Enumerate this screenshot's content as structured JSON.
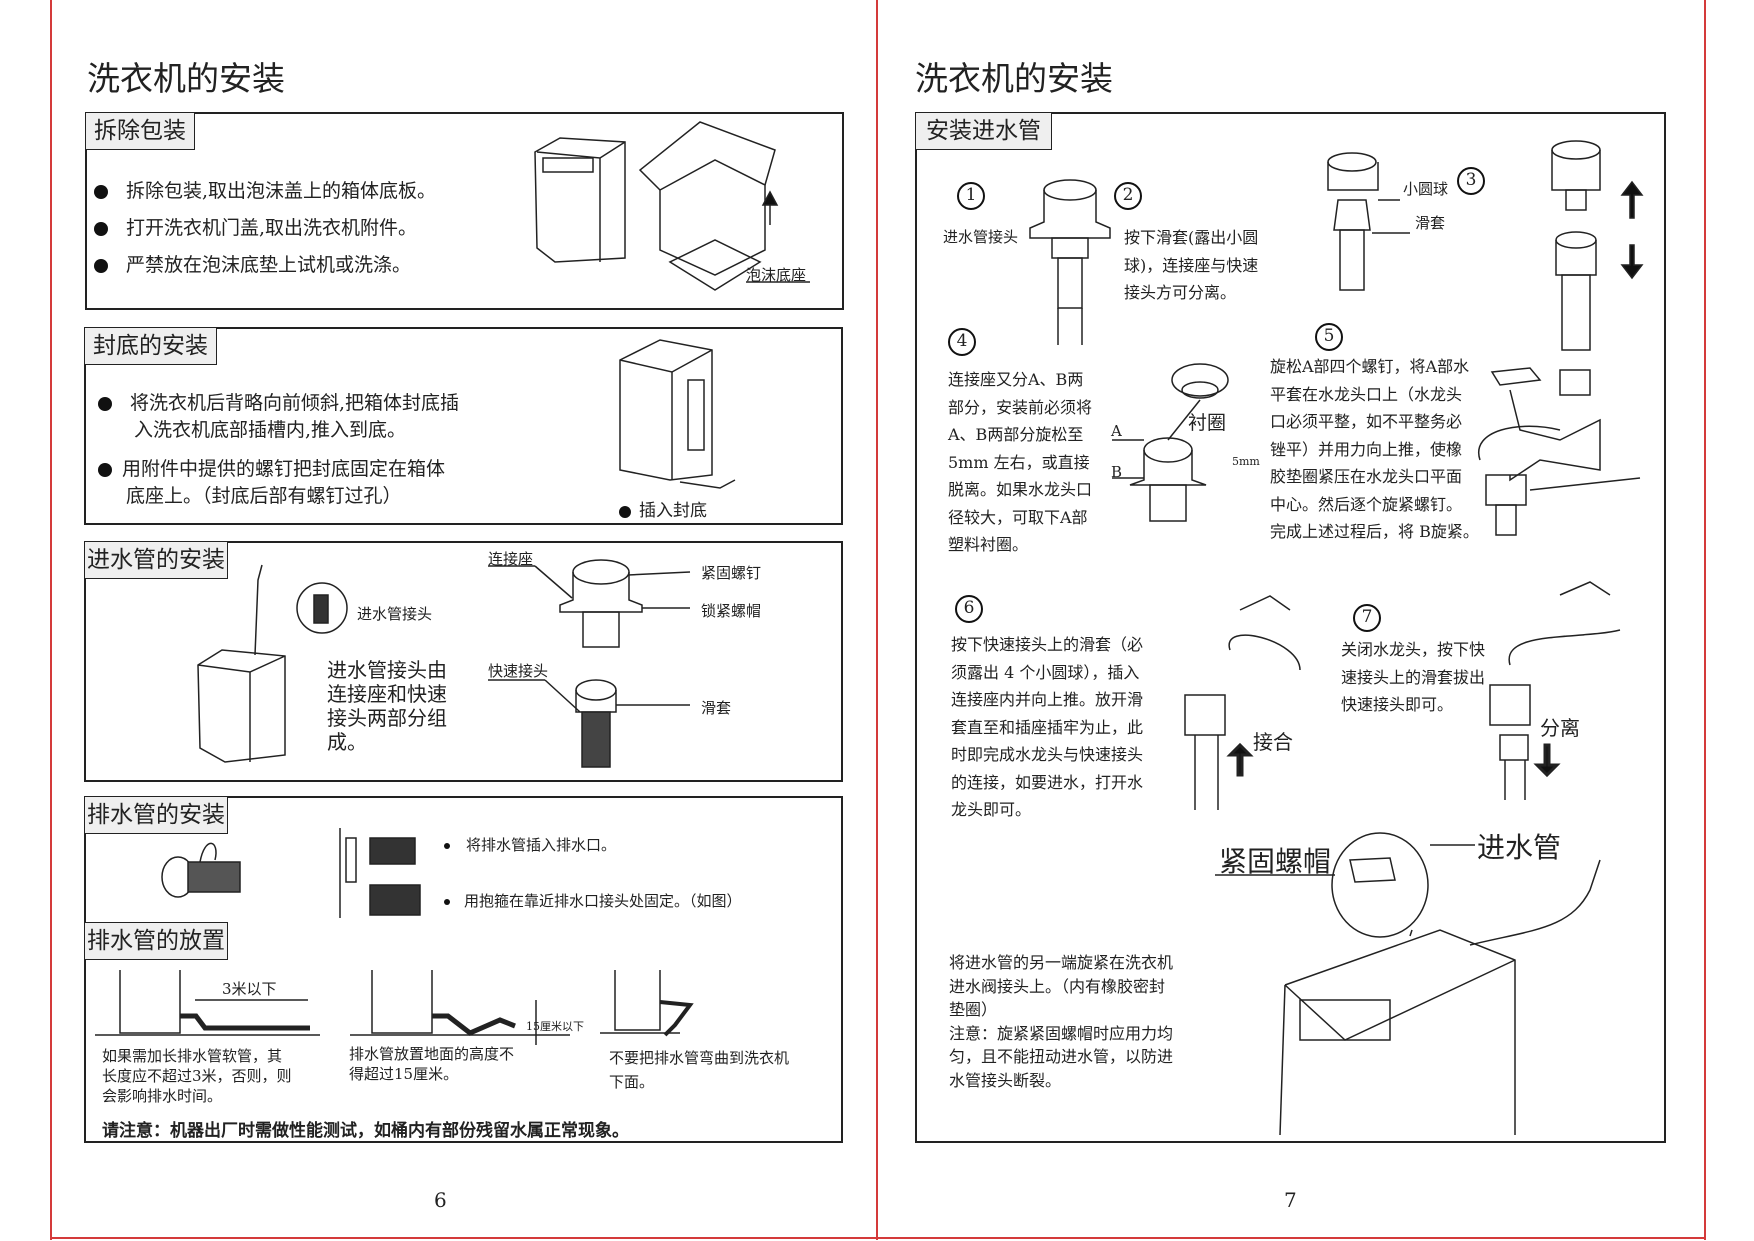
{
  "left": {
    "title": "洗衣机的安装",
    "page_number": "6",
    "unpack": {
      "heading": "拆除包装",
      "bullets": [
        "拆除包装,取出泡沫盖上的箱体底板。",
        "打开洗衣机门盖,取出洗衣机附件。",
        "严禁放在泡沫底垫上试机或洗涤。"
      ],
      "foam_label": "泡沫底座"
    },
    "base": {
      "heading": "封底的安装",
      "bullet1": [
        "将洗衣机后背略向前倾斜,把箱体封底插",
        "入洗衣机底部插槽内,推入到底。"
      ],
      "bullet2": [
        "用附件中提供的螺钉把封底固定在箱体",
        "底座上。（封底后部有螺钉过孔）"
      ],
      "caption": "插入封底"
    },
    "inlet": {
      "heading": "进水管的安装",
      "joint_label": "进水管接头",
      "desc": [
        "进水管接头由",
        "连接座和快速",
        "接头两部分组",
        "成。"
      ],
      "connector": "连接座",
      "screw": "紧固螺钉",
      "locknut": "锁紧螺帽",
      "quick": "快速接头",
      "sleeve": "滑套"
    },
    "drain": {
      "heading": "排水管的安装",
      "bullets": [
        "将排水管插入排水口。",
        "用抱箍在靠近排水口接头处固定。（如图）"
      ]
    },
    "placement": {
      "heading": "排水管的放置",
      "len_label": "3米以下",
      "height_label": "15厘米以下",
      "captions": [
        [
          "如果需加长排水管软管，其",
          "长度应不超过3米，否则，则",
          "会影响排水时间。"
        ],
        [
          "排水管放置地面的高度不",
          "得超过15厘米。"
        ],
        [
          "不要把排水管弯曲到洗衣机",
          "下面。"
        ]
      ],
      "note": "请注意：机器出厂时需做性能测试，如桶内有部份残留水属正常现象。"
    }
  },
  "right": {
    "title": "洗衣机的安装",
    "page_number": "7",
    "heading": "安装进水管",
    "steps": [
      "1",
      "2",
      "3",
      "4",
      "5",
      "6",
      "7"
    ],
    "joint_label": "进水管接头",
    "step2": [
      "按下滑套(露出小圆",
      "球)，连接座与快速",
      "接头方可分离。"
    ],
    "ball_label": "小圆球",
    "sleeve_label": "滑套",
    "step4": [
      "连接座又分A、B两",
      "部分，安装前必须将",
      "A、B两部分旋松至",
      "5mm 左右，或直接",
      "脱离。如果水龙头口",
      "径较大，可取下A部",
      "塑料衬圈。"
    ],
    "liner_label": "衬圈",
    "a_label": "A",
    "b_label": "B",
    "gap_label": "5mm",
    "step5": [
      "旋松A部四个螺钉，将A部水",
      "平套在水龙头口上（水龙头",
      "口必须平整，如不平整务必",
      "锉平）并用力向上推，使橡",
      "胶垫圈紧压在水龙头口平面",
      "中心。然后逐个旋紧螺钉。",
      "完成上述过程后，将 B旋紧。"
    ],
    "step6": [
      "按下快速接头上的滑套（必",
      "须露出 4 个小圆球），插入",
      "连接座内并向上推。放开滑",
      "套直至和插座插牢为止，此",
      "时即完成水龙头与快速接头",
      "的连接，如要进水，打开水",
      "龙头即可。"
    ],
    "join_label": "接合",
    "step7": [
      "关闭水龙头，按下快",
      "速接头上的滑套拔出",
      "快速接头即可。"
    ],
    "separate_label": "分离",
    "nut_label": "紧固螺帽",
    "hose_label": "进水管",
    "final": [
      "将进水管的另一端旋紧在洗衣机",
      "进水阀接头上。（内有橡胶密封",
      "垫圈）",
      "注意：旋紧紧固螺帽时应用力均",
      "匀，且不能扭动进水管，以防进",
      "水管接头断裂。"
    ]
  }
}
